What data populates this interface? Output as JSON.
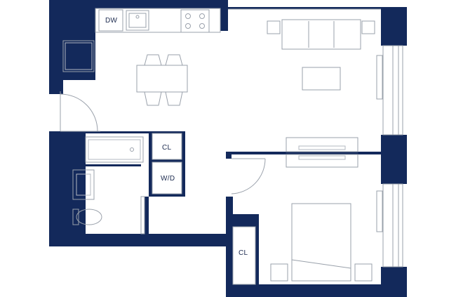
{
  "labels": {
    "dishwasher": "DW",
    "hall_closet": "CL",
    "washer_dryer": "W/D",
    "bedroom_closet": "CL"
  },
  "colors": {
    "wall": "#13295b",
    "fixture_line": "#9aa1ab",
    "background": "#ffffff"
  }
}
